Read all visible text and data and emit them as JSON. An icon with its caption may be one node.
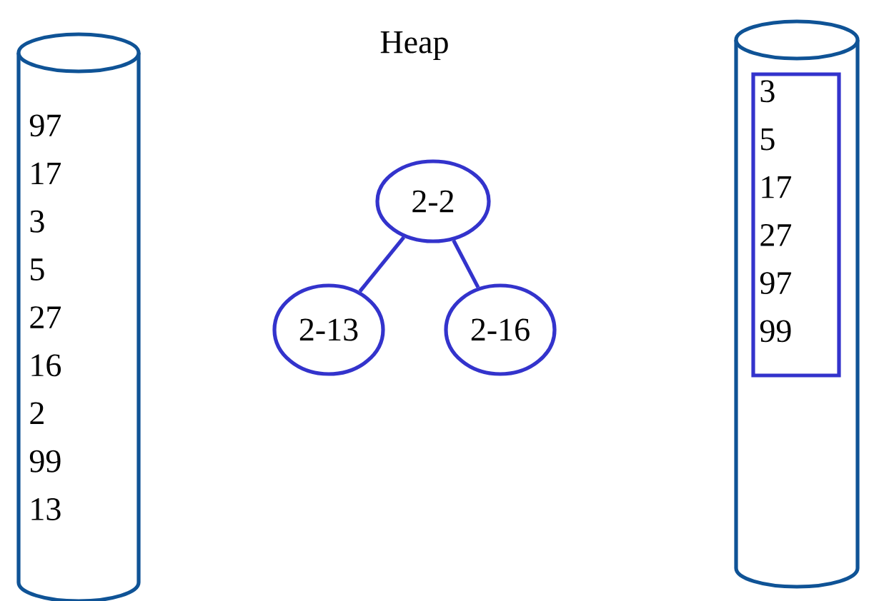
{
  "diagram": {
    "title": "Heap",
    "nodes": [
      {
        "text": [
          "97",
          "17",
          "3",
          "5",
          "27",
          "16",
          "2",
          "99",
          "13"
        ]
      },
      {
        "text": [
          "2-2"
        ]
      },
      {
        "text": [
          "2-13"
        ]
      },
      {
        "text": [
          "2-16"
        ]
      },
      {
        "text": [],
        "shape": "cylinder"
      },
      {
        "text": [
          "3",
          "5",
          "17",
          "27",
          "97",
          "99"
        ],
        "in": 4
      }
    ],
    "edges": [
      {
        "from": 1,
        "to": 2,
        "arrow": "none"
      },
      {
        "from": 1,
        "to": 3,
        "arrow": "none"
      }
    ]
  }
}
